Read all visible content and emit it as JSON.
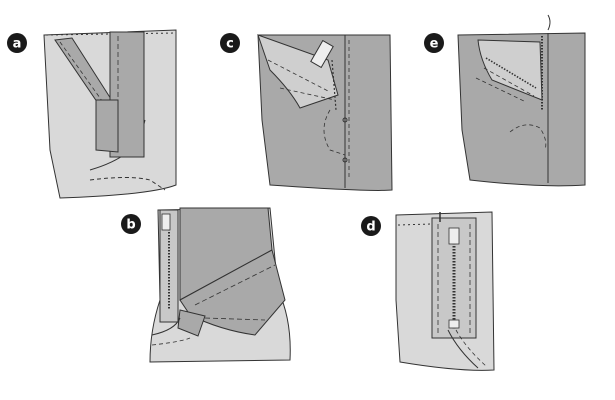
{
  "steps": [
    {
      "id": "a",
      "label": "a"
    },
    {
      "id": "b",
      "label": "b"
    },
    {
      "id": "c",
      "label": "c"
    },
    {
      "id": "d",
      "label": "d"
    },
    {
      "id": "e",
      "label": "e"
    }
  ],
  "colors": {
    "fabric_light": "#d9d9d9",
    "fabric_dark": "#a9a9a9",
    "fabric_mid": "#bdbdbd",
    "outline": "#333333",
    "zipper_tape": "#c8c8c8",
    "badge": "#1a1a1a"
  }
}
